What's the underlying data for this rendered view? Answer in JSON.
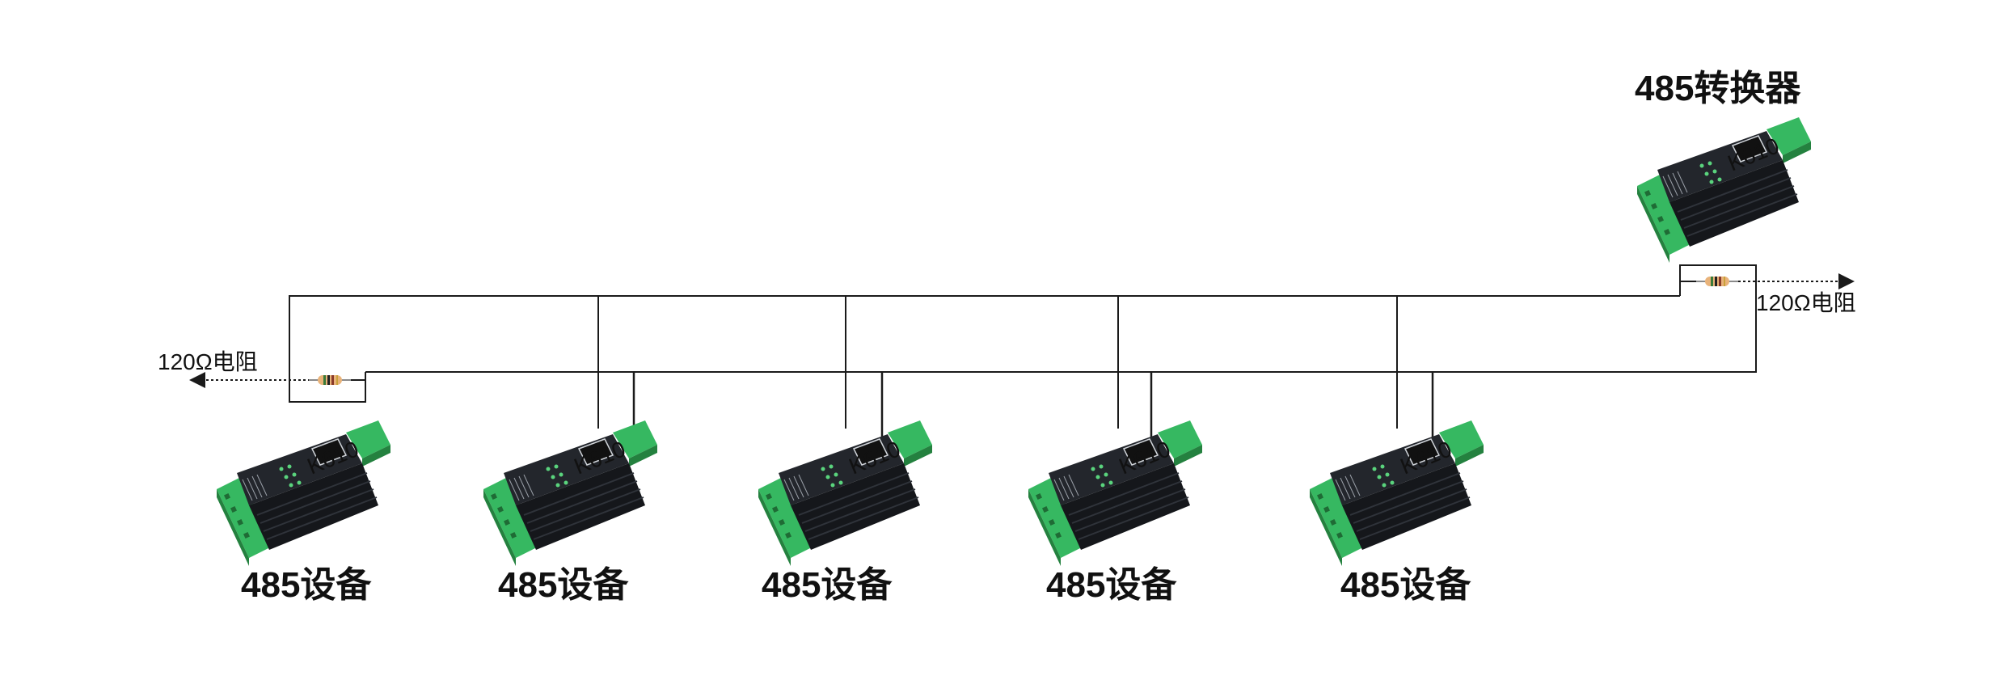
{
  "converter": {
    "label": "485转换器"
  },
  "devices": [
    {
      "label": "485设备"
    },
    {
      "label": "485设备"
    },
    {
      "label": "485设备"
    },
    {
      "label": "485设备"
    },
    {
      "label": "485设备"
    }
  ],
  "device_model": "K610",
  "resistor_left": {
    "label": "120Ω电阻"
  },
  "resistor_right": {
    "label": "120Ω电阻"
  },
  "colors": {
    "wire": "#1a1a1a",
    "device_body": "#1b1d22",
    "terminal": "#3cc46a",
    "resistor_body": "#e9b37a"
  }
}
